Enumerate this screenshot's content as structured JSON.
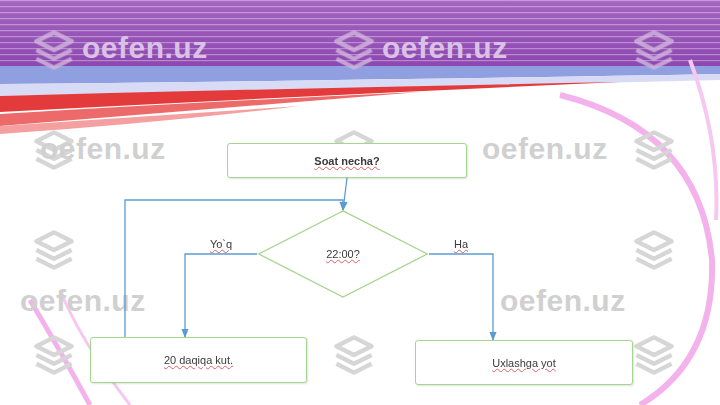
{
  "diagram": {
    "nodes": [
      {
        "text": [
          "Soat necha?"
        ]
      },
      {
        "text": [
          "22:00?"
        ]
      },
      {
        "text": [
          "20 daqiqa kut."
        ]
      },
      {
        "text": [
          "Uxlashga yot"
        ]
      }
    ],
    "edges": [
      {
        "from": 0,
        "to": 1,
        "arrow": "to"
      },
      {
        "from": 1,
        "to": 2,
        "arrow": "to",
        "label": "Yo`q"
      },
      {
        "from": 1,
        "to": 3,
        "arrow": "to",
        "label": "Ha"
      },
      {
        "from": 2,
        "to": 1,
        "arrow": "to"
      }
    ],
    "labels": [
      "oefen.uz",
      "oefen.uz",
      "oefen.uz",
      "oefen.uz",
      "oefen.uz",
      "oefen.uz"
    ]
  }
}
